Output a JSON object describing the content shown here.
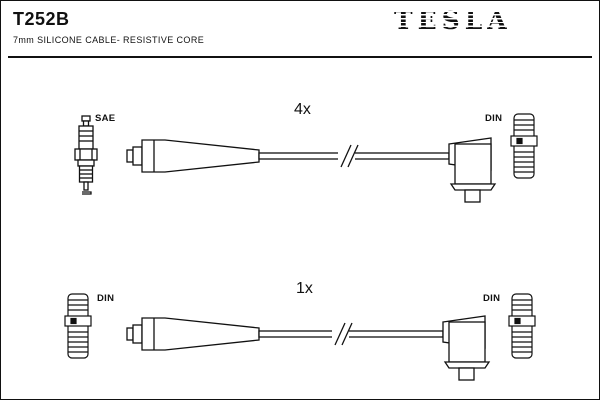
{
  "header": {
    "part_number": "T252B",
    "subtitle": "7mm SILICONE CABLE- RESISTIVE CORE",
    "brand": "TESLA"
  },
  "diagram": {
    "rows": [
      {
        "quantity": "4x",
        "left_label": "SAE",
        "right_label": "DIN",
        "left_icon": "spark-plug",
        "right_icon": "din-connector",
        "cable": "straight-boot-to-elbow-boot"
      },
      {
        "quantity": "1x",
        "left_label": "DIN",
        "right_label": "DIN",
        "left_icon": "din-connector",
        "right_icon": "din-connector",
        "cable": "straight-boot-to-elbow-boot"
      }
    ]
  },
  "colors": {
    "ink": "#111111",
    "background": "#ffffff"
  }
}
